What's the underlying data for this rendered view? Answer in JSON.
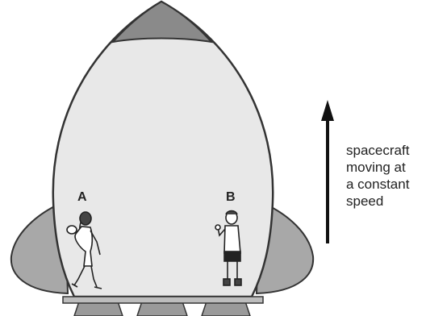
{
  "labels": {
    "person_a": "A",
    "person_b": "B"
  },
  "caption_lines": [
    "spacecraft",
    "moving at",
    "a constant",
    "speed"
  ],
  "colors": {
    "hull": "#e8e8e8",
    "nose": "#8a8a8a",
    "fins": "#a8a8a8",
    "outline": "#333333",
    "arrow": "#111111",
    "text": "#222222"
  }
}
